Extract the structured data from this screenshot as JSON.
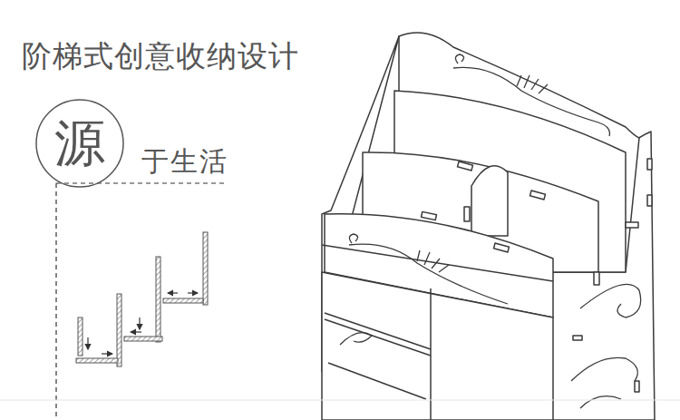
{
  "diagram": {
    "title": "阶梯式创意收纳设计",
    "nodes": [
      {
        "text": [
          "源"
        ]
      }
    ],
    "labels": [
      "于生活"
    ]
  }
}
